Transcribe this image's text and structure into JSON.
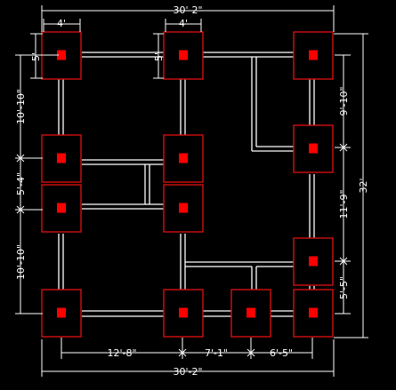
{
  "colors": {
    "background": "#000000",
    "beam": "#ffffff",
    "footing_outline": "#d41010",
    "column": "#ff0000",
    "dimension": "#ffffff"
  },
  "plan": {
    "footing_rows": 6,
    "footing_cols": 5,
    "footings": [
      {
        "id": "f1",
        "row": 1,
        "col": 1
      },
      {
        "id": "f2",
        "row": 1,
        "col": 2
      },
      {
        "id": "f3",
        "row": 1,
        "col": 5
      },
      {
        "id": "f4",
        "row": 2,
        "col": 5
      },
      {
        "id": "f5",
        "row": 3,
        "col": 1
      },
      {
        "id": "f6",
        "row": 3,
        "col": 2
      },
      {
        "id": "f7",
        "row": 4,
        "col": 1
      },
      {
        "id": "f8",
        "row": 4,
        "col": 2
      },
      {
        "id": "f9",
        "row": 5,
        "col": 5
      },
      {
        "id": "f10",
        "row": 6,
        "col": 1
      },
      {
        "id": "f11",
        "row": 6,
        "col": 2
      },
      {
        "id": "f12",
        "row": 6,
        "col": 4
      },
      {
        "id": "f13",
        "row": 6,
        "col": 5
      }
    ]
  },
  "dimensions": {
    "top_overall": "30'-2\"",
    "top_footing_width_left": "4'",
    "top_footing_width_mid": "4'",
    "left_footing_depth_left": "5'",
    "left_footing_depth_mid": "5'",
    "left_segments": [
      "10'-10\"",
      "5'-4\"",
      "10'-10\""
    ],
    "right_segments": [
      "9'-10\"",
      "11'-9\"",
      "5'-5\""
    ],
    "right_overall": "32'",
    "bottom_segments": [
      "12'-8\"",
      "7'-1\"",
      "6'-5\""
    ],
    "bottom_overall": "30'-2\""
  }
}
